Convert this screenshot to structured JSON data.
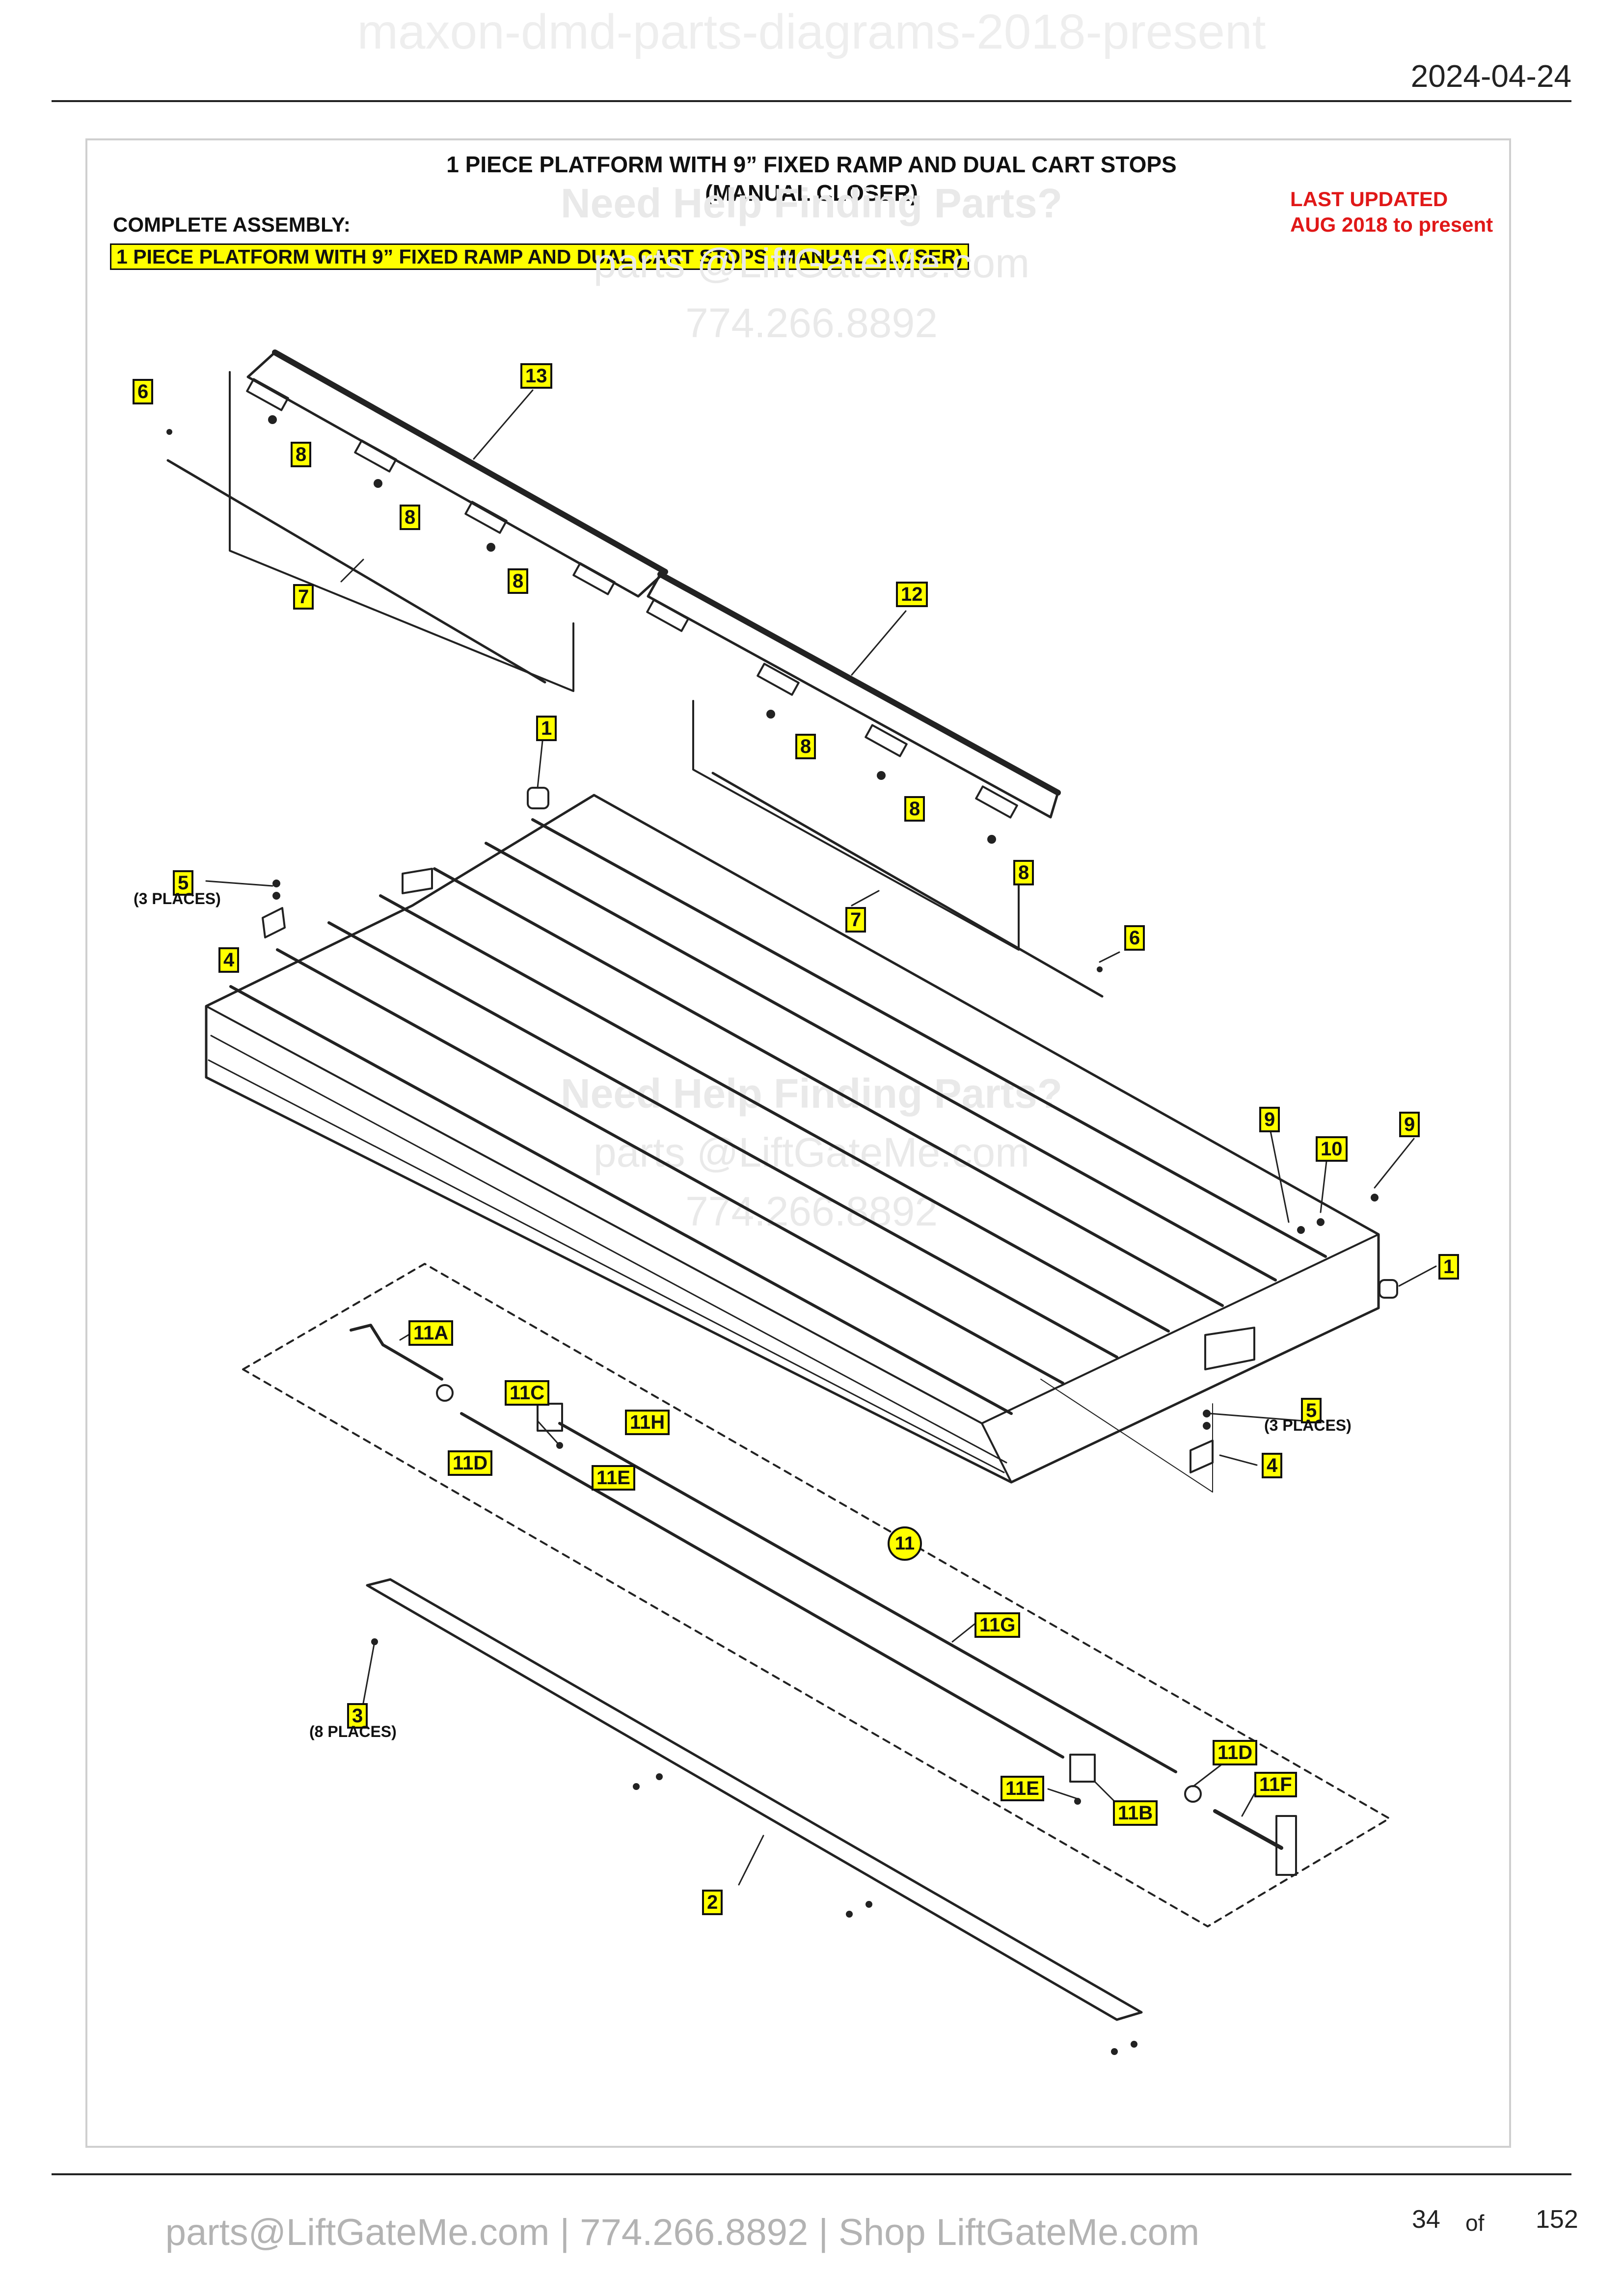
{
  "watermark_top": "maxon-dmd-parts-diagrams-2018-present",
  "date": "2024-04-24",
  "title_line1": "1 PIECE PLATFORM WITH 9” FIXED RAMP AND DUAL CART STOPS",
  "title_line2": "(MANUAL CLOSER)",
  "last_updated_line1": "LAST UPDATED",
  "last_updated_line2": "AUG 2018 to present",
  "complete_assembly_label": "COMPLETE ASSEMBLY:",
  "assembly_name": "1 PIECE PLATFORM WITH 9” FIXED RAMP AND DUAL CART STOPS (MANUAL CLOSER)",
  "watermark": {
    "heading": "Need Help Finding Parts?",
    "email": "parts @LiftGateMe.com",
    "phone": "774.266.8892"
  },
  "callouts": {
    "c13": "13",
    "c6a": "6",
    "c8a": "8",
    "c8b": "8",
    "c8c": "8",
    "c7a": "7",
    "c12": "12",
    "c8d": "8",
    "c8e": "8",
    "c8f": "8",
    "c1a": "1",
    "c5a": "5",
    "c4a": "4",
    "c7b": "7",
    "c6b": "6",
    "c9a": "9",
    "c10": "10",
    "c9b": "9",
    "c1b": "1",
    "c11A": "11A",
    "c11C": "11C",
    "c11H": "11H",
    "c11D_a": "11D",
    "c11E_a": "11E",
    "c5b": "5",
    "c4b": "4",
    "c11": "11",
    "c11G": "11G",
    "c3": "3",
    "c11D_b": "11D",
    "c11F": "11F",
    "c11E_b": "11E",
    "c11B": "11B",
    "c2": "2"
  },
  "notes": {
    "three_places_a": "(3 PLACES)",
    "three_places_b": "(3 PLACES)",
    "eight_places": "(8 PLACES)"
  },
  "footer": {
    "contact": "parts@LiftGateMe.com | 774.266.8892 | Shop LiftGateMe.com",
    "page_current": "34",
    "page_of": "of",
    "page_total": "152"
  }
}
